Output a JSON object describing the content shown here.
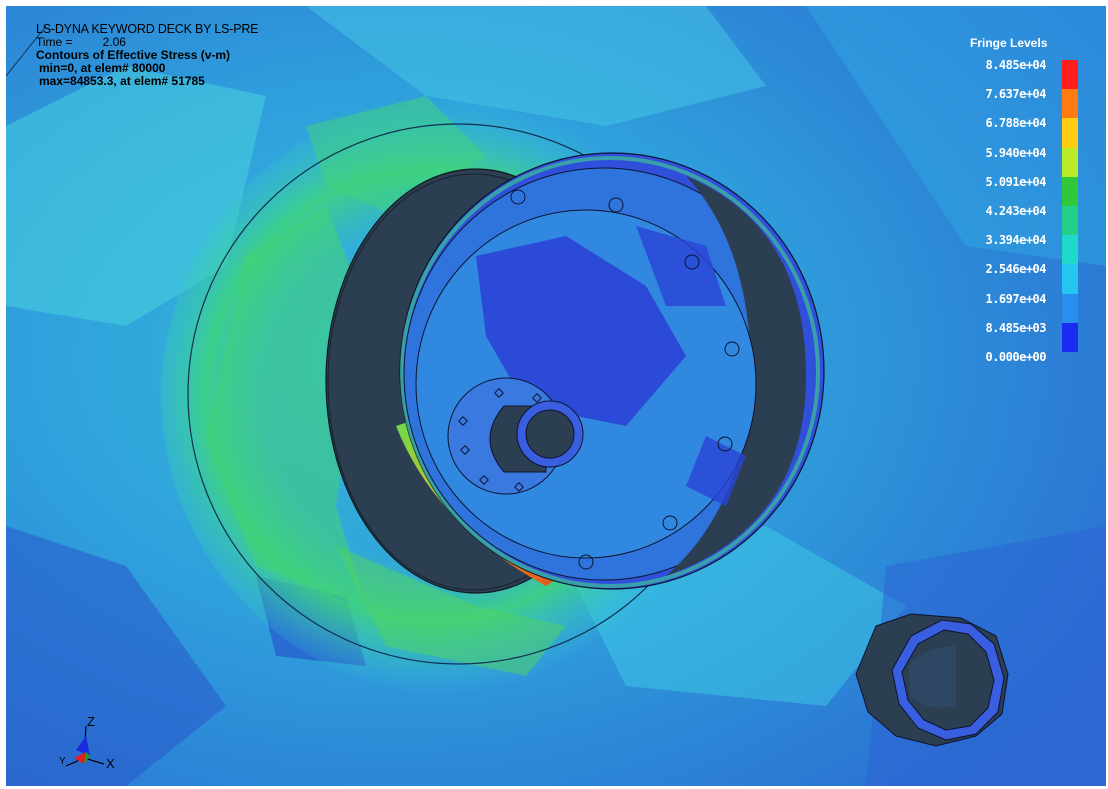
{
  "header": {
    "title": "LS-DYNA KEYWORD DECK BY LS-PRE",
    "time_label": "Time =",
    "time_value": "2.06",
    "contour_label": "Contours of Effective Stress (v-m)",
    "min_text": "min=0, at elem# 80000",
    "max_text": "max=84853.3, at elem# 51785"
  },
  "legend": {
    "title": "Fringe Levels",
    "levels": [
      {
        "label": "8.485e+04",
        "color": "#ff1c1c"
      },
      {
        "label": "7.637e+04",
        "color": "#ff7a10"
      },
      {
        "label": "6.788e+04",
        "color": "#ffcc10"
      },
      {
        "label": "5.940e+04",
        "color": "#b8ec28"
      },
      {
        "label": "5.091e+04",
        "color": "#2fc83a"
      },
      {
        "label": "4.243e+04",
        "color": "#22d08a"
      },
      {
        "label": "3.394e+04",
        "color": "#1ed8c8"
      },
      {
        "label": "2.546e+04",
        "color": "#22c8f0"
      },
      {
        "label": "1.697e+04",
        "color": "#2a8ef0"
      },
      {
        "label": "8.485e+03",
        "color": "#1a2cf2"
      },
      {
        "label": "0.000e+00",
        "color": ""
      }
    ]
  },
  "triad": {
    "z_label": "Z",
    "x_label": "X",
    "y_label": "Y"
  },
  "colors": {
    "background_blue": "#2f8fd6",
    "cyan": "#36c9e0",
    "green": "#3fd67a",
    "dark_steel": "#2a3f55",
    "part_blue": "#3a5ee0"
  }
}
